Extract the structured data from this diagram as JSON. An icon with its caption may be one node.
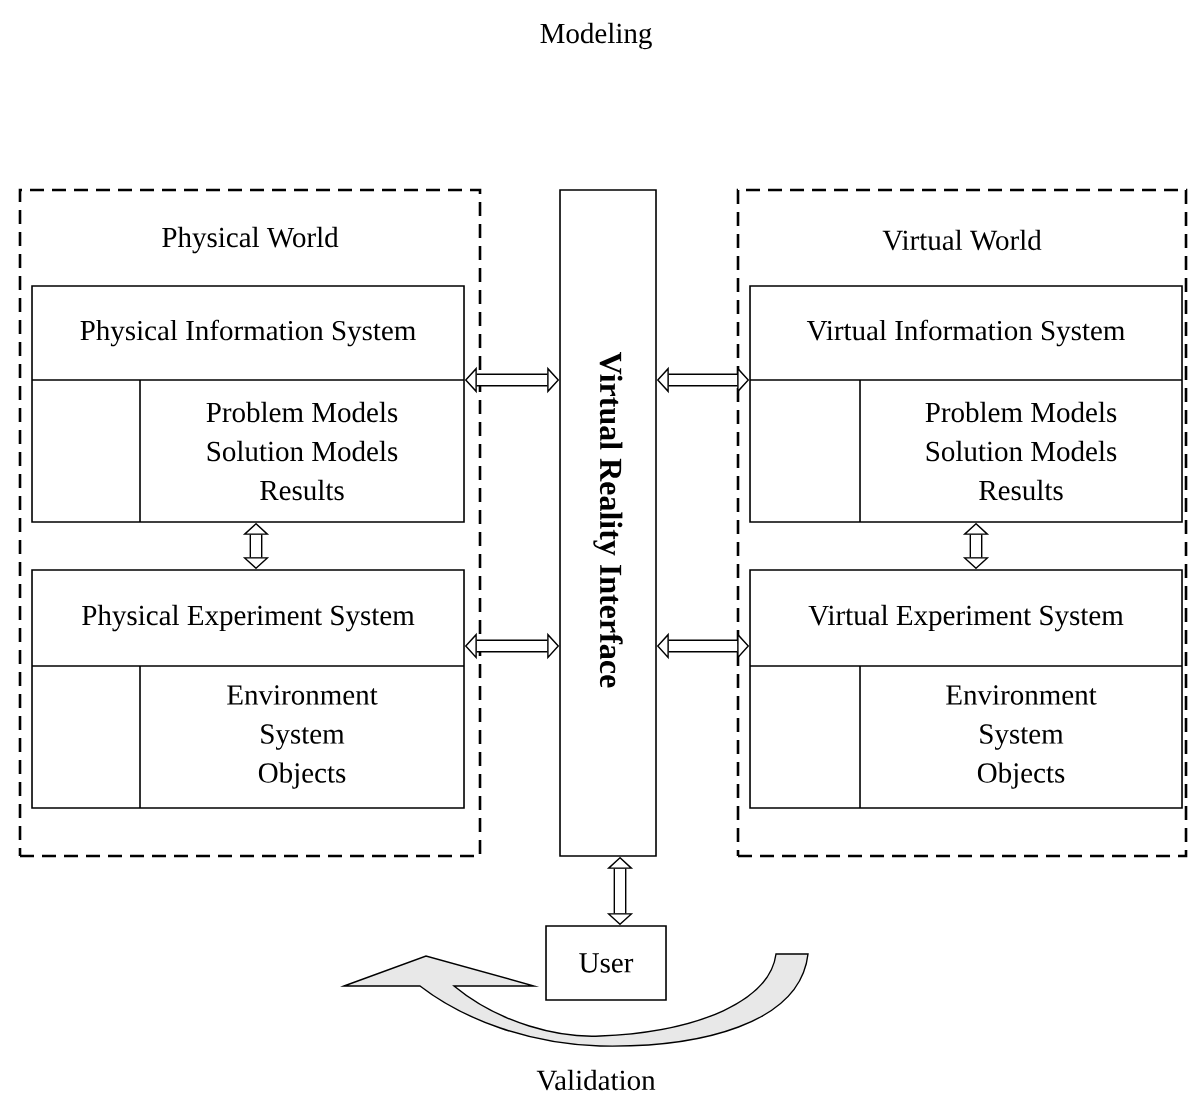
{
  "diagram": {
    "nodes": [
      {
        "text": [
          "Physical World"
        ]
      },
      {
        "text": [
          "Physical Information System",
          "Problem Models Solution Models Results"
        ],
        "in": 0
      },
      {
        "text": [
          "Physical Experiment System",
          "Environment System Objects"
        ],
        "in": 0
      },
      {
        "text": [
          "Virtual Reality Interface"
        ]
      },
      {
        "text": [
          "Virtual World"
        ]
      },
      {
        "text": [
          "Virtual Information System",
          "Problem Models Solution Models Results"
        ],
        "in": 4
      },
      {
        "text": [
          "Virtual Experiment System",
          "Environment System Objects"
        ],
        "in": 4
      },
      {
        "text": [
          "User"
        ]
      }
    ],
    "edges": [
      {
        "from": 1,
        "to": 3,
        "arrow": "both"
      },
      {
        "from": 3,
        "to": 5,
        "arrow": "both"
      },
      {
        "from": 1,
        "to": 2,
        "arrow": "both"
      },
      {
        "from": 5,
        "to": 6,
        "arrow": "both"
      },
      {
        "from": 2,
        "to": 3,
        "arrow": "both"
      },
      {
        "from": 3,
        "to": 6,
        "arrow": "both"
      },
      {
        "from": 3,
        "to": 7,
        "arrow": "both"
      }
    ],
    "labels": [
      "Modeling",
      "Validation"
    ]
  }
}
